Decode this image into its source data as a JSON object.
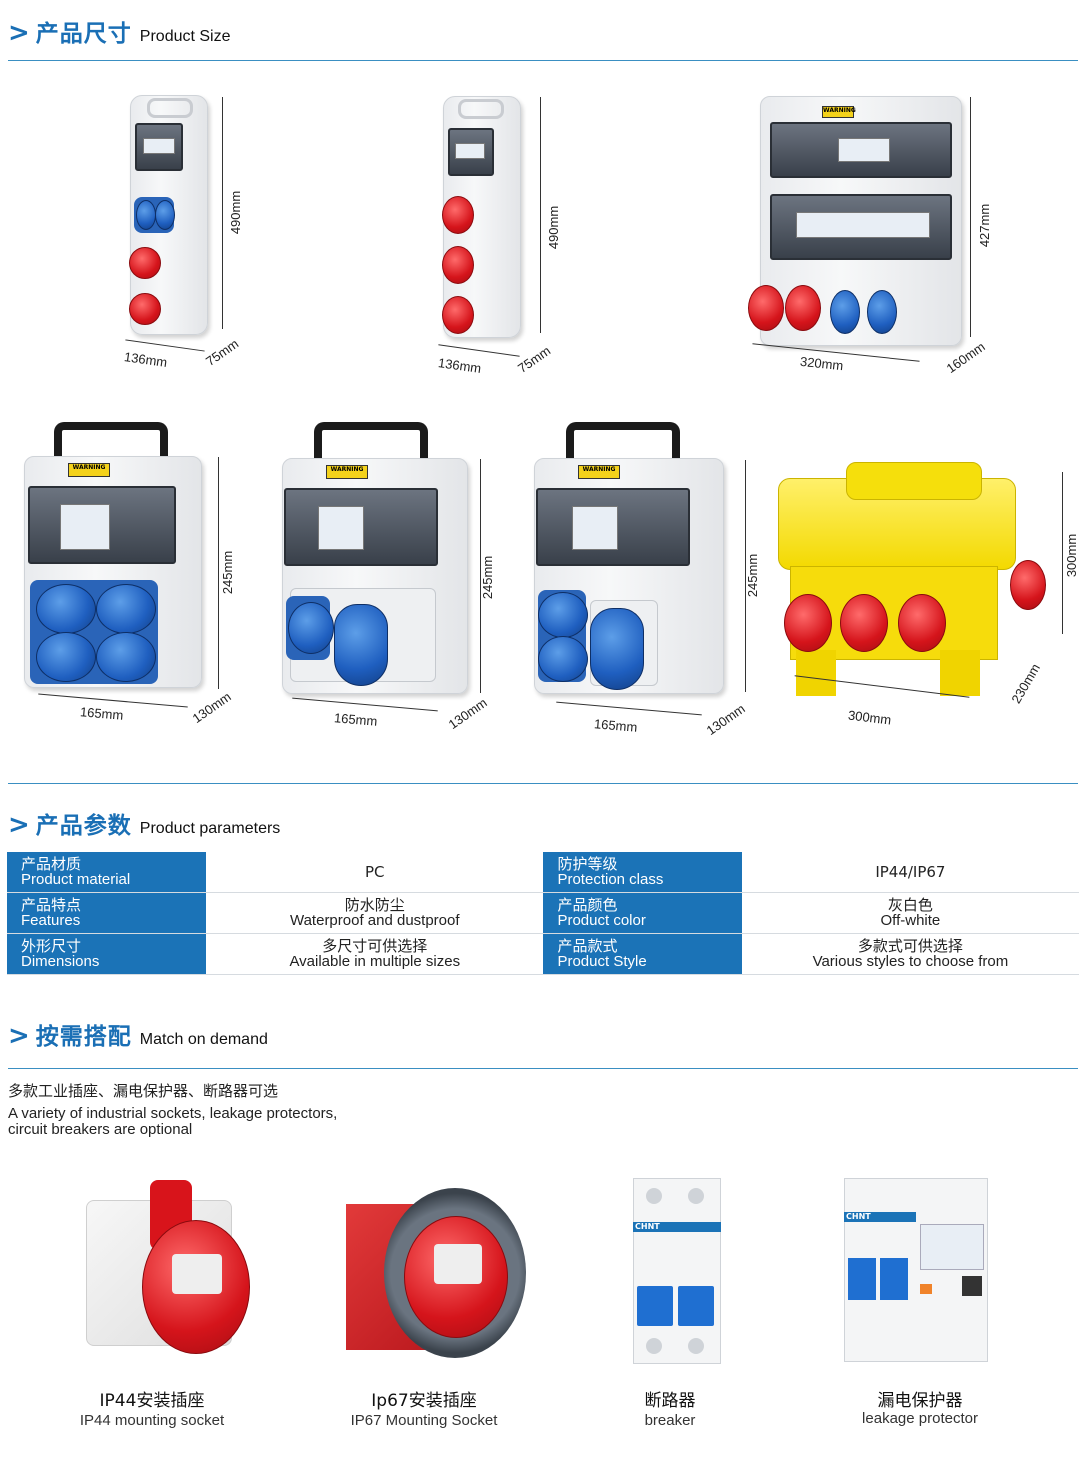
{
  "sections": {
    "size": {
      "chevron": ">",
      "cn": "产品尺寸",
      "en": "Product Size"
    },
    "params": {
      "chevron": ">",
      "cn": "产品参数",
      "en": "Product parameters"
    },
    "match": {
      "chevron": ">",
      "cn": "按需搭配",
      "en": "Match on demand"
    }
  },
  "products": [
    {
      "height": "490mm",
      "width": "136mm",
      "depth": "75mm"
    },
    {
      "height": "490mm",
      "width": "136mm",
      "depth": "75mm"
    },
    {
      "height": "427mm",
      "width": "320mm",
      "depth": "160mm"
    },
    {
      "height": "245mm",
      "width": "165mm",
      "depth": "130mm",
      "warning": "WARNING"
    },
    {
      "height": "245mm",
      "width": "165mm",
      "depth": "130mm",
      "warning": "WARNING"
    },
    {
      "height": "245mm",
      "width": "165mm",
      "depth": "130mm",
      "warning": "WARNING"
    },
    {
      "height": "300mm",
      "width": "300mm",
      "depth": "230mm"
    }
  ],
  "parameters": {
    "rows": [
      {
        "label_cn": "产品材质",
        "label_en": "Product material",
        "value_cn": "PC",
        "value_en": "",
        "label2_cn": "防护等级",
        "label2_en": "Protection class",
        "value2_cn": "IP44/IP67",
        "value2_en": ""
      },
      {
        "label_cn": "产品特点",
        "label_en": "Features",
        "value_cn": "防水防尘",
        "value_en": "Waterproof and dustproof",
        "label2_cn": "产品颜色",
        "label2_en": "Product color",
        "value2_cn": "灰白色",
        "value2_en": "Off-white"
      },
      {
        "label_cn": "外形尺寸",
        "label_en": "Dimensions",
        "value_cn": "多尺寸可供选择",
        "value_en": "Available in multiple sizes",
        "label2_cn": "产品款式",
        "label2_en": "Product Style",
        "value2_cn": "多款式可供选择",
        "value2_en": "Various styles to choose from"
      }
    ]
  },
  "match": {
    "intro_cn": "多款工业插座、漏电保护器、断路器可选",
    "intro_en_1": "A variety of industrial sockets, leakage protectors,",
    "intro_en_2": "circuit breakers are optional",
    "items": [
      {
        "cn": "IP44安装插座",
        "en": "IP44 mounting socket"
      },
      {
        "cn": "Ip67安装插座",
        "en": "IP67 Mounting Socket"
      },
      {
        "cn": "断路器",
        "en": "breaker"
      },
      {
        "cn": "漏电保护器",
        "en": "leakage protector"
      }
    ],
    "brand_1": "CHNT",
    "brand_2": "CHNT"
  },
  "colors": {
    "accent": "#1a6fb5",
    "table_label_bg": "#1b73b7",
    "rule": "#3a8fc2"
  }
}
